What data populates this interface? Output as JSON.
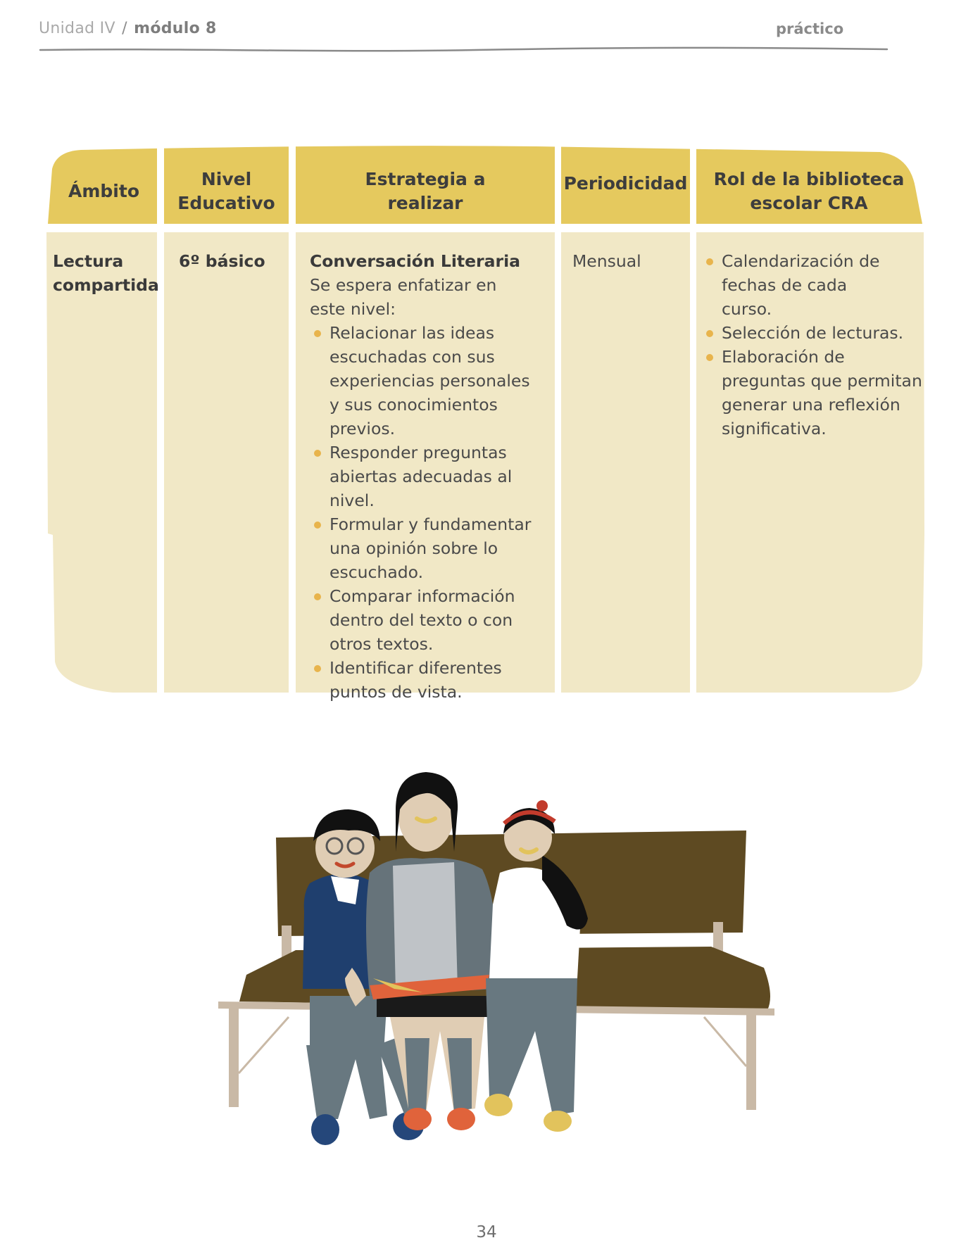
{
  "running_header": {
    "unit": "Unidad IV",
    "separator": "/",
    "module": "módulo 8",
    "section": "práctico"
  },
  "table": {
    "headers": {
      "ambito": "Ámbito",
      "nivel_1": "Nivel",
      "nivel_2": "Educativo",
      "estrategia_1": "Estrategia a",
      "estrategia_2": "realizar",
      "periodicidad": "Periodicidad",
      "rol_1": "Rol de la biblioteca",
      "rol_2": "escolar CRA"
    },
    "row": {
      "ambito_1": "Lectura",
      "ambito_2": "compartida",
      "nivel": "6º básico",
      "estrategia_title": "Conversación Literaria",
      "estrategia_intro": "Se espera enfatizar en este nivel:",
      "estrategia_items": [
        "Relacionar las ideas escuchadas con sus experiencias personales y sus conocimientos previos.",
        "Responder preguntas abiertas adecuadas al nivel.",
        "Formular y fundamentar una opinión sobre lo escuchado.",
        "Comparar información dentro del texto o con otros textos.",
        "Identificar diferentes puntos de vista."
      ],
      "periodicidad": "Mensual",
      "rol_items": [
        "Calendarización de fechas de cada curso.",
        "Selección de lecturas.",
        "Elaboración de preguntas que permitan generar una reflexión significativa."
      ]
    }
  },
  "colors": {
    "header_fill": "#e5c95e",
    "body_fill": "#f1e8c6",
    "bullet": "#e8b44c",
    "rule": "#8a8a8a"
  },
  "page_number": "34"
}
